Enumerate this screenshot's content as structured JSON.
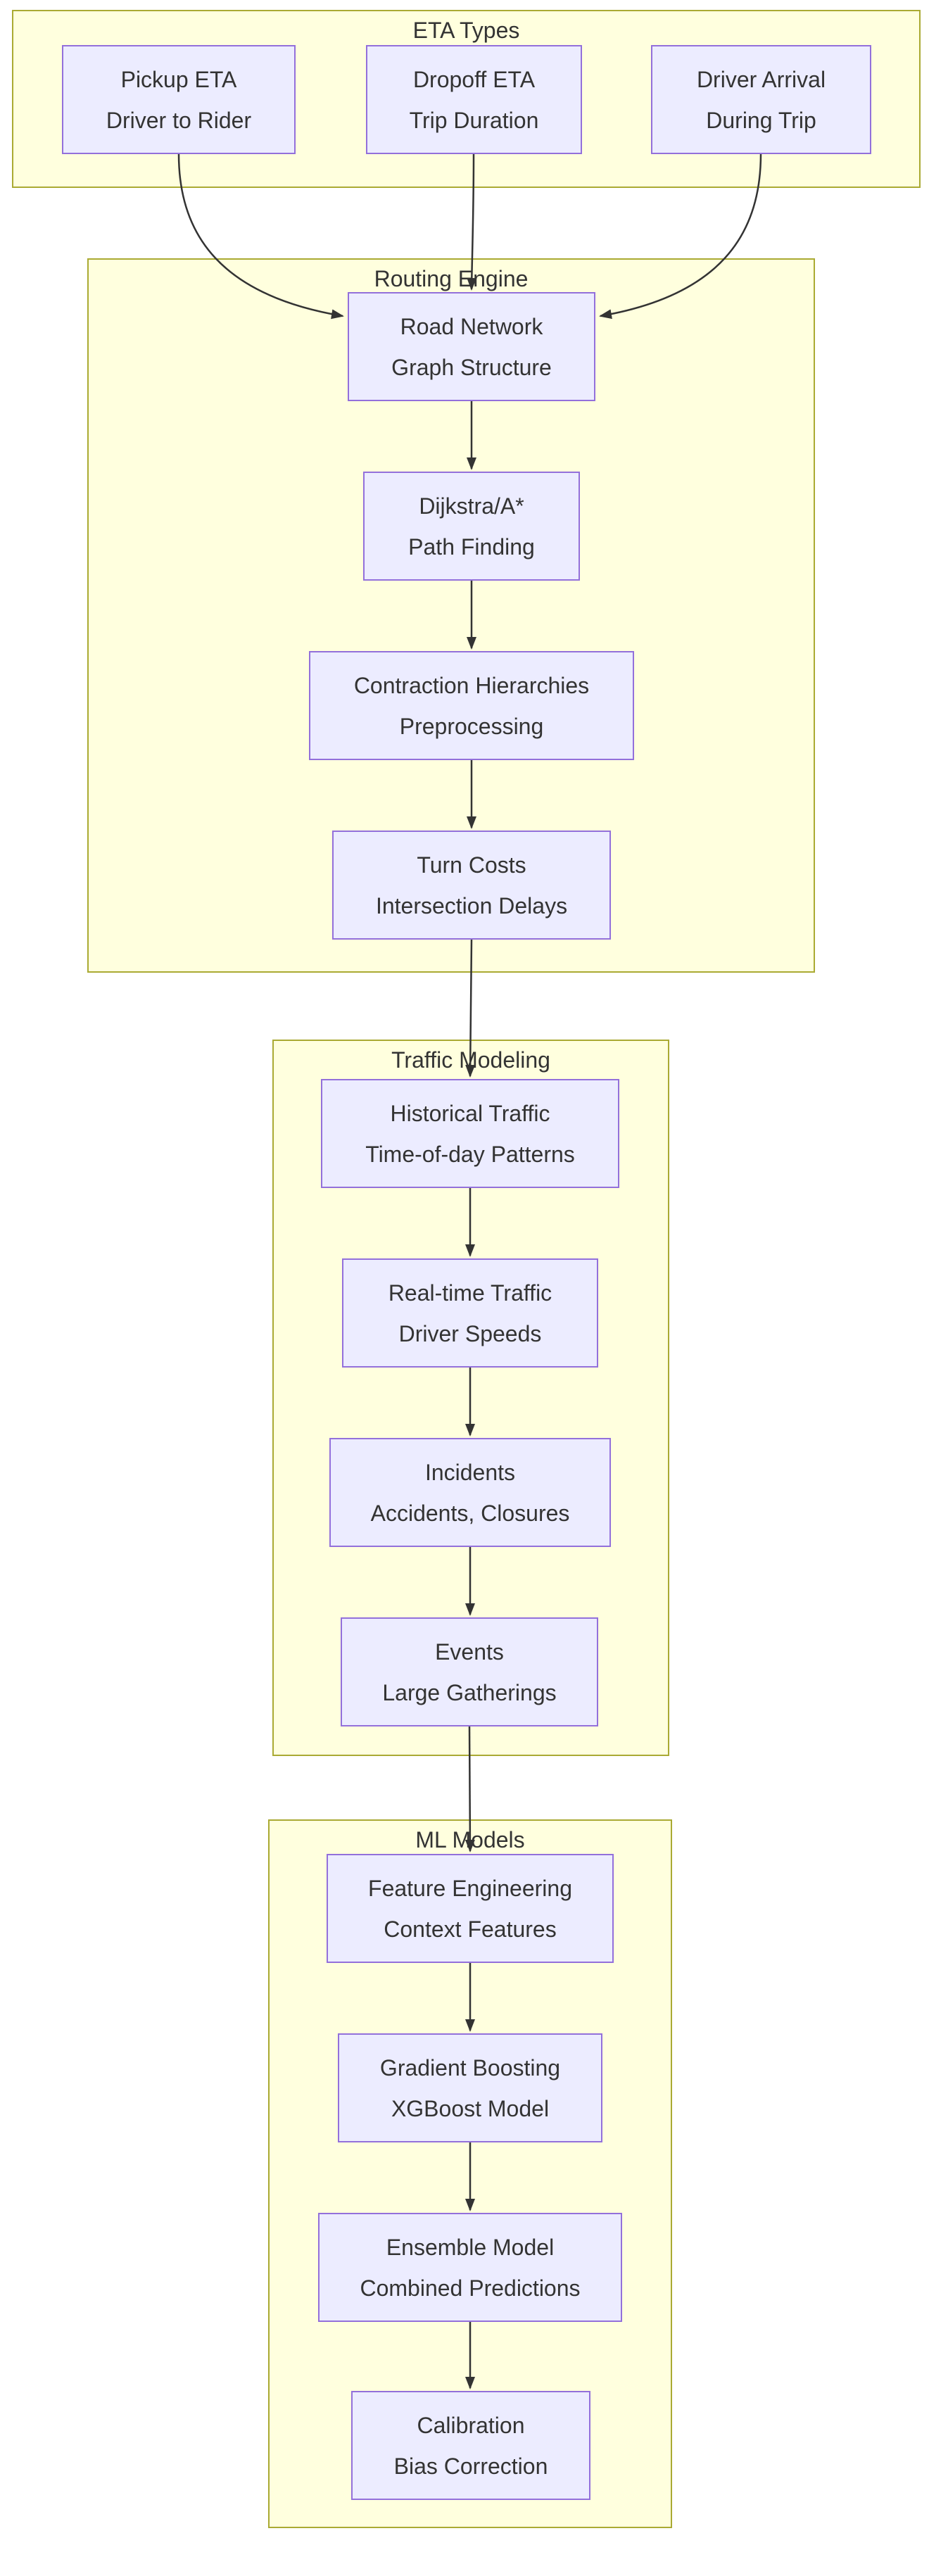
{
  "diagram": {
    "type": "flowchart",
    "direction": "top-down",
    "colors": {
      "cluster_fill": "#ffffde",
      "cluster_border": "#aaaa33",
      "node_fill": "#ECECFF",
      "node_border": "#9370DB",
      "edge": "#333333",
      "text": "#333333",
      "background": "#ffffff"
    },
    "clusters": [
      {
        "id": "eta-types",
        "title": "ETA Types",
        "nodes": [
          {
            "id": "pickup-eta",
            "line1": "Pickup ETA",
            "line2": "Driver to Rider"
          },
          {
            "id": "dropoff-eta",
            "line1": "Dropoff ETA",
            "line2": "Trip Duration"
          },
          {
            "id": "driver-arrival",
            "line1": "Driver Arrival",
            "line2": "During Trip"
          }
        ]
      },
      {
        "id": "routing-engine",
        "title": "Routing Engine",
        "nodes": [
          {
            "id": "road-network",
            "line1": "Road Network",
            "line2": "Graph Structure"
          },
          {
            "id": "dijkstra-astar",
            "line1": "Dijkstra/A*",
            "line2": "Path Finding"
          },
          {
            "id": "contraction-hierarchies",
            "line1": "Contraction Hierarchies",
            "line2": "Preprocessing"
          },
          {
            "id": "turn-costs",
            "line1": "Turn Costs",
            "line2": "Intersection Delays"
          }
        ]
      },
      {
        "id": "traffic-modeling",
        "title": "Traffic Modeling",
        "nodes": [
          {
            "id": "historical-traffic",
            "line1": "Historical Traffic",
            "line2": "Time-of-day Patterns"
          },
          {
            "id": "realtime-traffic",
            "line1": "Real-time Traffic",
            "line2": "Driver Speeds"
          },
          {
            "id": "incidents",
            "line1": "Incidents",
            "line2": "Accidents, Closures"
          },
          {
            "id": "events",
            "line1": "Events",
            "line2": "Large Gatherings"
          }
        ]
      },
      {
        "id": "ml-models",
        "title": "ML Models",
        "nodes": [
          {
            "id": "feature-engineering",
            "line1": "Feature Engineering",
            "line2": "Context Features"
          },
          {
            "id": "gradient-boosting",
            "line1": "Gradient Boosting",
            "line2": "XGBoost Model"
          },
          {
            "id": "ensemble-model",
            "line1": "Ensemble Model",
            "line2": "Combined Predictions"
          },
          {
            "id": "calibration",
            "line1": "Calibration",
            "line2": "Bias Correction"
          }
        ]
      }
    ],
    "edges": [
      {
        "from": "pickup-eta",
        "to": "road-network"
      },
      {
        "from": "dropoff-eta",
        "to": "road-network"
      },
      {
        "from": "driver-arrival",
        "to": "road-network"
      },
      {
        "from": "road-network",
        "to": "dijkstra-astar"
      },
      {
        "from": "dijkstra-astar",
        "to": "contraction-hierarchies"
      },
      {
        "from": "contraction-hierarchies",
        "to": "turn-costs"
      },
      {
        "from": "turn-costs",
        "to": "historical-traffic"
      },
      {
        "from": "historical-traffic",
        "to": "realtime-traffic"
      },
      {
        "from": "realtime-traffic",
        "to": "incidents"
      },
      {
        "from": "incidents",
        "to": "events"
      },
      {
        "from": "events",
        "to": "feature-engineering"
      },
      {
        "from": "feature-engineering",
        "to": "gradient-boosting"
      },
      {
        "from": "gradient-boosting",
        "to": "ensemble-model"
      },
      {
        "from": "ensemble-model",
        "to": "calibration"
      }
    ]
  }
}
